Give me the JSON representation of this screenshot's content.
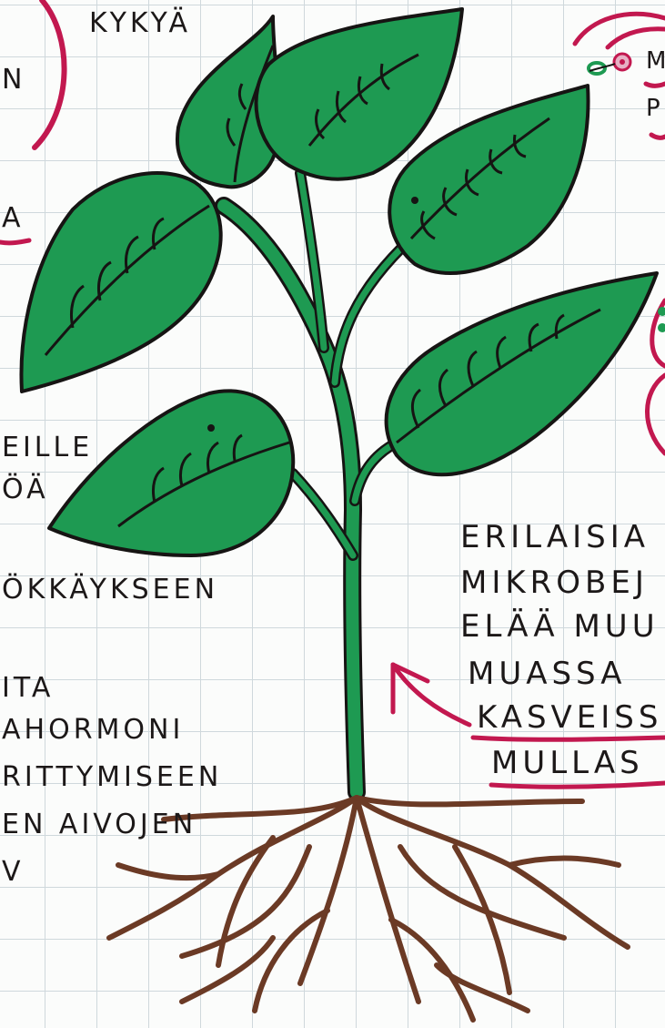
{
  "colors": {
    "leaf": "#1e9a52",
    "leaf_dark": "#10763a",
    "outline": "#161413",
    "root": "#6b3a25",
    "accent": "#c2184f"
  },
  "left_notes": [
    "KYKYÄ",
    "N",
    "A",
    "EILLE",
    "ÖÄ",
    "ÖKKÄYKSEEN",
    "ITA",
    "AHORMONI",
    "RITTYMISEEN",
    "EN AIVOJEN",
    "V"
  ],
  "right_notes": [
    "ERILAISIA",
    "MIKROBEJ",
    "ELÄÄ MUU",
    "MUASSA",
    "KASVEISS",
    "MULLAS"
  ],
  "edge_notes": [
    "M",
    "P"
  ]
}
